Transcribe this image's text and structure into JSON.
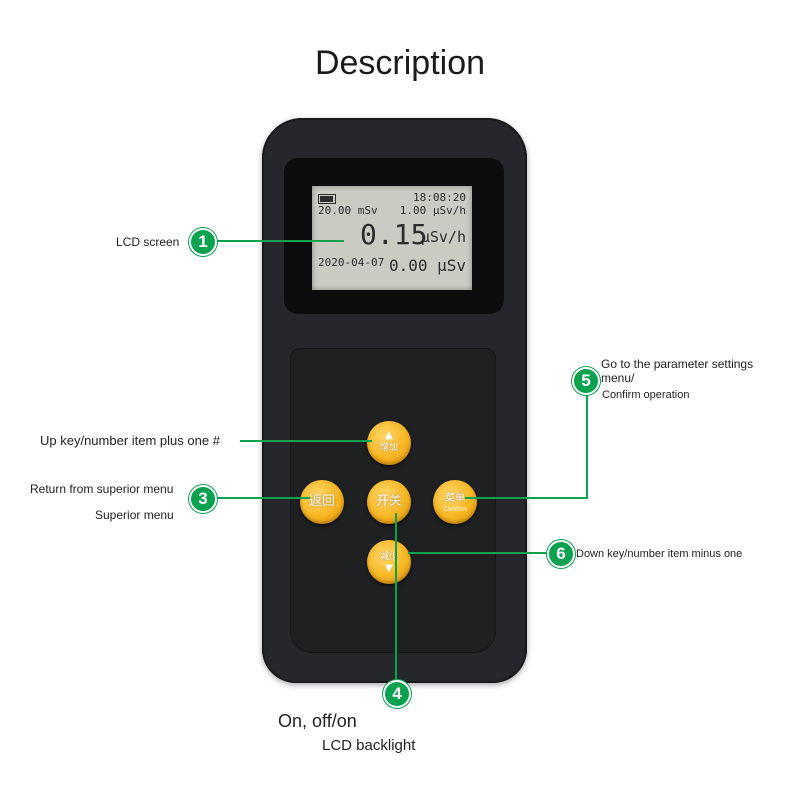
{
  "title": "Description",
  "lcd": {
    "time": "18:08:20",
    "dose_threshold": "20.00 mSv",
    "rate_threshold": "1.00 μSv/h",
    "reading": "0.15",
    "reading_unit": "μSv/h",
    "date": "2020-04-07",
    "total_dose": "0.00 μSv"
  },
  "keys": {
    "up": {
      "label": "增加"
    },
    "back": {
      "label": "返回"
    },
    "power": {
      "label": "开关"
    },
    "menu": {
      "label": "菜单",
      "sub": "Confirm"
    },
    "down": {
      "label": "减少"
    }
  },
  "callouts": {
    "c1": {
      "number": "1",
      "text": "LCD screen"
    },
    "c2": {
      "text": "Up key/number item plus one #"
    },
    "c3": {
      "number": "3",
      "line1": "Return from superior menu",
      "line2": "Superior menu"
    },
    "c4": {
      "number": "4",
      "line1": "On, off/on",
      "line2": "LCD backlight"
    },
    "c5": {
      "number": "5",
      "line1": "Go to the parameter settings",
      "line2": "menu/",
      "line3": "Confirm operation"
    },
    "c6": {
      "number": "6",
      "text": "Down key/number item minus one"
    }
  },
  "colors": {
    "accent": "#0aa14f",
    "key": "#f6b522",
    "body": "#26272a",
    "lcd": "#c9ccc3"
  }
}
